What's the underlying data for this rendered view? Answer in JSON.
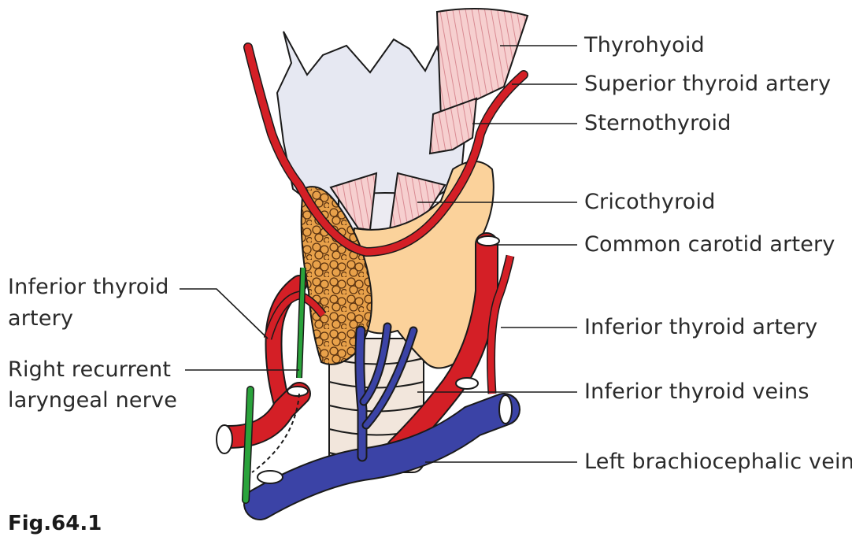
{
  "figure_label": "Fig.64.1",
  "labels": {
    "thyrohyoid": "Thyrohyoid",
    "superior_thyroid_artery": "Superior thyroid artery",
    "sternothyroid": "Sternothyroid",
    "cricothyroid": "Cricothyroid",
    "common_carotid_artery": "Common carotid artery",
    "inferior_thyroid_artery_left": [
      "Inferior thyroid",
      "artery"
    ],
    "right_recurrent_laryngeal_nerve": [
      "Right recurrent",
      "laryngeal nerve"
    ],
    "inferior_thyroid_artery_right": "Inferior thyroid artery",
    "inferior_thyroid_veins": "Inferior thyroid veins",
    "left_brachiocephalic_vein": "Left brachiocephalic vein"
  },
  "colors": {
    "artery": "#d41f26",
    "vein": "#3b43a6",
    "nerve": "#2aa33b",
    "cartilage": "#e6e8f2",
    "muscle": "#f6cfcf",
    "thyroid_gland": "#fbd29b",
    "gland_cut": "#e39a3a",
    "outline": "#1a1a1a"
  }
}
